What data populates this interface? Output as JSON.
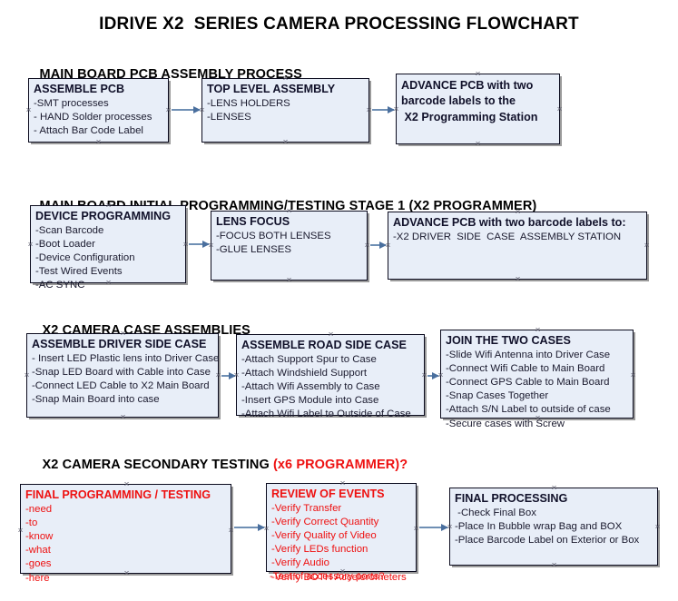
{
  "title": "IDRIVE X2  SERIES CAMERA PROCESSING FLOWCHART",
  "colors": {
    "box_fill": "#e8eef8",
    "box_border": "#0b0b1e",
    "box_shadow": "#9a9a9a",
    "arrow": "#6f8fb4",
    "arrow_head": "#4a6f9e",
    "text": "#11112a",
    "accent_red": "#ee1111",
    "background": "#ffffff"
  },
  "sections": [
    {
      "heading": "MAIN BOARD PCB ASSEMBLY PROCESS",
      "heading_accent": "",
      "nodes": [
        {
          "title": "ASSEMBLE PCB",
          "lines": [
            "-SMT processes",
            "- HAND Solder processes",
            "- Attach Bar Code Label"
          ]
        },
        {
          "title": "TOP LEVEL ASSEMBLY",
          "lines": [
            "-LENS HOLDERS",
            "-LENSES"
          ]
        },
        {
          "title": "",
          "lines": [
            "ADVANCE PCB with two",
            "barcode labels to the",
            " X2 Programming Station"
          ]
        }
      ]
    },
    {
      "heading": "MAIN BOARD INITIAL PROGRAMMING/TESTING STAGE 1 (X2 PROGRAMMER)",
      "heading_accent": "",
      "nodes": [
        {
          "title": "DEVICE PROGRAMMING",
          "lines": [
            "-Scan Barcode",
            "-Boot Loader",
            "-Device Configuration",
            "-Test Wired Events",
            "-AC SYNC"
          ]
        },
        {
          "title": "LENS FOCUS",
          "lines": [
            "-FOCUS BOTH LENSES",
            "-GLUE LENSES"
          ]
        },
        {
          "title": "ADVANCE PCB with two barcode labels to:",
          "lines": [
            "-X2 DRIVER  SIDE  CASE  ASSEMBLY STATION"
          ]
        }
      ]
    },
    {
      "heading": "X2 CAMERA CASE ASSEMBLIES",
      "heading_accent": "",
      "nodes": [
        {
          "title": "ASSEMBLE DRIVER SIDE CASE",
          "lines": [
            "- Insert LED Plastic lens into Driver Case",
            "-Snap LED Board with Cable into Case",
            "-Connect LED Cable to X2 Main Board",
            "-Snap Main Board into case"
          ]
        },
        {
          "title": "ASSEMBLE ROAD SIDE CASE",
          "lines": [
            "-Attach Support Spur to Case",
            "-Attach Windshield Support",
            "-Attach Wifi Assembly to Case",
            "-Insert GPS Module into Case",
            "-Attach Wifi Label to Outside of Case"
          ]
        },
        {
          "title": "JOIN THE TWO CASES",
          "lines": [
            "-Slide Wifi Antenna into Driver Case",
            "-Connect Wifi Cable to Main Board",
            "-Connect GPS Cable to Main Board",
            "-Snap Cases Together",
            "-Attach S/N Label to outside of case",
            "-Secure cases with Screw"
          ]
        }
      ]
    },
    {
      "heading": "X2 CAMERA SECONDARY TESTING ",
      "heading_accent": "(x6 PROGRAMMER)?",
      "nodes": [
        {
          "title": "FINAL PROGRAMMING / TESTING",
          "lines": [
            "-need",
            "-to",
            "-know",
            "-what",
            "-goes",
            "-here"
          ]
        },
        {
          "title": "REVIEW OF EVENTS",
          "lines": [
            "-Verify Transfer",
            "-Verify Correct Quantity",
            "-Verify Quality of Video",
            "-Verify LEDs function",
            "-Verify Audio",
            "-Verify BOTH Accelerometers"
          ],
          "overflow": "-Test of accessory ports?"
        },
        {
          "title": "FINAL PROCESSING",
          "lines": [
            " -Check Final Box",
            "-Place In Bubble wrap Bag and BOX",
            "-Place Barcode Label on Exterior or Box"
          ]
        }
      ]
    }
  ]
}
